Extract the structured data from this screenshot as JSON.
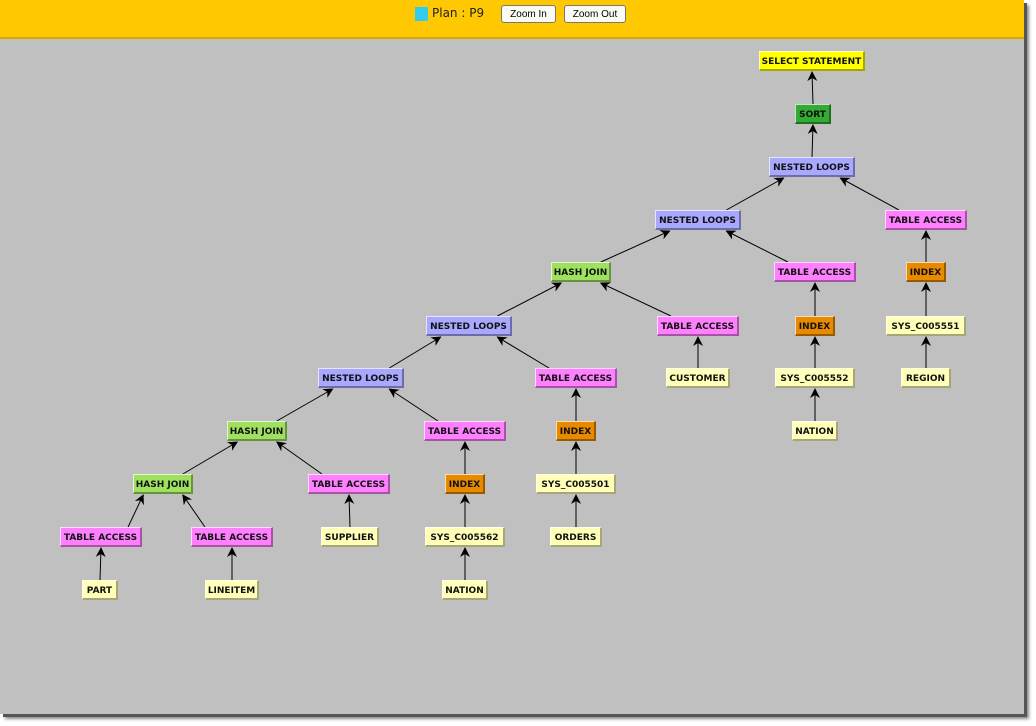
{
  "toolbar": {
    "plan_label": "Plan : P9",
    "plan_color": "#33ccee",
    "zoom_in_label": "Zoom In",
    "zoom_out_label": "Zoom Out"
  },
  "colors": {
    "SELECT": "#ffff00",
    "SORT": "#33aa33",
    "NESTED": "#a8a8ff",
    "HASH": "#a0e060",
    "TABLE": "#ff80ff",
    "INDEX": "#e88a00",
    "OBJECT": "#ffffb8"
  },
  "nodes": [
    {
      "id": 0,
      "label": "SELECT STATEMENT",
      "kind": "SELECT",
      "parent": null
    },
    {
      "id": 1,
      "label": "SORT",
      "kind": "SORT",
      "parent": 0
    },
    {
      "id": 2,
      "label": "NESTED LOOPS",
      "kind": "NESTED",
      "parent": 1
    },
    {
      "id": 3,
      "label": "NESTED LOOPS",
      "kind": "NESTED",
      "parent": 2
    },
    {
      "id": 4,
      "label": "TABLE ACCESS",
      "kind": "TABLE",
      "parent": 2
    },
    {
      "id": 5,
      "label": "HASH JOIN",
      "kind": "HASH",
      "parent": 3
    },
    {
      "id": 6,
      "label": "TABLE ACCESS",
      "kind": "TABLE",
      "parent": 3
    },
    {
      "id": 7,
      "label": "INDEX",
      "kind": "INDEX",
      "parent": 4
    },
    {
      "id": 8,
      "label": "NESTED LOOPS",
      "kind": "NESTED",
      "parent": 5
    },
    {
      "id": 9,
      "label": "TABLE ACCESS",
      "kind": "TABLE",
      "parent": 5
    },
    {
      "id": 10,
      "label": "INDEX",
      "kind": "INDEX",
      "parent": 6
    },
    {
      "id": 11,
      "label": "SYS_C005551",
      "kind": "OBJECT",
      "parent": 7
    },
    {
      "id": 12,
      "label": "NESTED LOOPS",
      "kind": "NESTED",
      "parent": 8
    },
    {
      "id": 13,
      "label": "TABLE ACCESS",
      "kind": "TABLE",
      "parent": 8
    },
    {
      "id": 14,
      "label": "CUSTOMER",
      "kind": "OBJECT",
      "parent": 9
    },
    {
      "id": 15,
      "label": "SYS_C005552",
      "kind": "OBJECT",
      "parent": 10
    },
    {
      "id": 16,
      "label": "REGION",
      "kind": "OBJECT",
      "parent": 11
    },
    {
      "id": 17,
      "label": "HASH JOIN",
      "kind": "HASH",
      "parent": 12
    },
    {
      "id": 18,
      "label": "TABLE ACCESS",
      "kind": "TABLE",
      "parent": 12
    },
    {
      "id": 19,
      "label": "INDEX",
      "kind": "INDEX",
      "parent": 13
    },
    {
      "id": 20,
      "label": "NATION",
      "kind": "OBJECT",
      "parent": 15
    },
    {
      "id": 21,
      "label": "HASH JOIN",
      "kind": "HASH",
      "parent": 17
    },
    {
      "id": 22,
      "label": "TABLE ACCESS",
      "kind": "TABLE",
      "parent": 17
    },
    {
      "id": 23,
      "label": "INDEX",
      "kind": "INDEX",
      "parent": 18
    },
    {
      "id": 24,
      "label": "SYS_C005501",
      "kind": "OBJECT",
      "parent": 19
    },
    {
      "id": 25,
      "label": "TABLE ACCESS",
      "kind": "TABLE",
      "parent": 21
    },
    {
      "id": 26,
      "label": "TABLE ACCESS",
      "kind": "TABLE",
      "parent": 21
    },
    {
      "id": 27,
      "label": "SUPPLIER",
      "kind": "OBJECT",
      "parent": 22
    },
    {
      "id": 28,
      "label": "SYS_C005562",
      "kind": "OBJECT",
      "parent": 23
    },
    {
      "id": 29,
      "label": "ORDERS",
      "kind": "OBJECT",
      "parent": 24
    },
    {
      "id": 30,
      "label": "PART",
      "kind": "OBJECT",
      "parent": 25
    },
    {
      "id": 31,
      "label": "LINEITEM",
      "kind": "OBJECT",
      "parent": 26
    },
    {
      "id": 32,
      "label": "NATION",
      "kind": "OBJECT",
      "parent": 28
    }
  ]
}
